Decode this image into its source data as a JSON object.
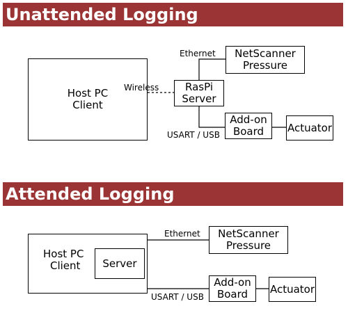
{
  "colors": {
    "banner": "#9b3434",
    "line": "#000000"
  },
  "unattended": {
    "title": "Unattended Logging",
    "host": [
      "Host PC",
      "Client"
    ],
    "raspi": [
      "RasPi",
      "Server"
    ],
    "netscanner": [
      "NetScanner",
      "Pressure"
    ],
    "addon": [
      "Add-on",
      "Board"
    ],
    "actuator": "Actuator",
    "ethernet": "Ethernet",
    "wireless": "Wireless",
    "usart": "USART / USB"
  },
  "attended": {
    "title": "Attended Logging",
    "host": [
      "Host PC",
      "Client"
    ],
    "server": "Server",
    "netscanner": [
      "NetScanner",
      "Pressure"
    ],
    "addon": [
      "Add-on",
      "Board"
    ],
    "actuator": "Actuator",
    "ethernet": "Ethernet",
    "usart": "USART / USB"
  }
}
